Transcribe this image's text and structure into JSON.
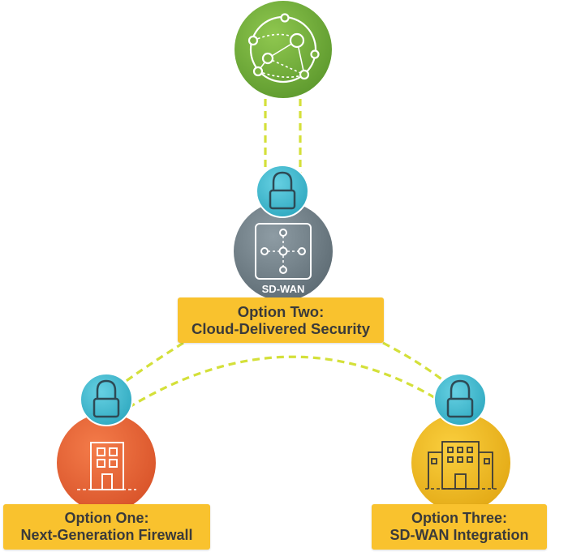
{
  "colors": {
    "cloud_green": "#7CB342",
    "sdwan_gray": "#7D8B93",
    "branch_orange": "#EF6C3D",
    "site_yellow": "#F6C42C",
    "lock_teal": "#4FC3D8",
    "link_yellow_green": "#D4E03A",
    "label_yellow": "#F9C22E"
  },
  "nodes": {
    "cloud": {
      "icon": "network-globe-icon"
    },
    "sdwan": {
      "icon": "sdwan-appliance-icon",
      "label": "SD-WAN"
    },
    "branch_firewall": {
      "icon": "office-building-icon"
    },
    "sdwan_site": {
      "icon": "campus-building-icon"
    },
    "locks": [
      "lock-icon",
      "lock-icon",
      "lock-icon"
    ]
  },
  "options": {
    "two": {
      "line1": "Option Two:",
      "line2": "Cloud-Delivered Security"
    },
    "one": {
      "line1": "Option One:",
      "line2": "Next-Generation Firewall"
    },
    "three": {
      "line1": "Option Three:",
      "line2": "SD-WAN Integration"
    }
  }
}
